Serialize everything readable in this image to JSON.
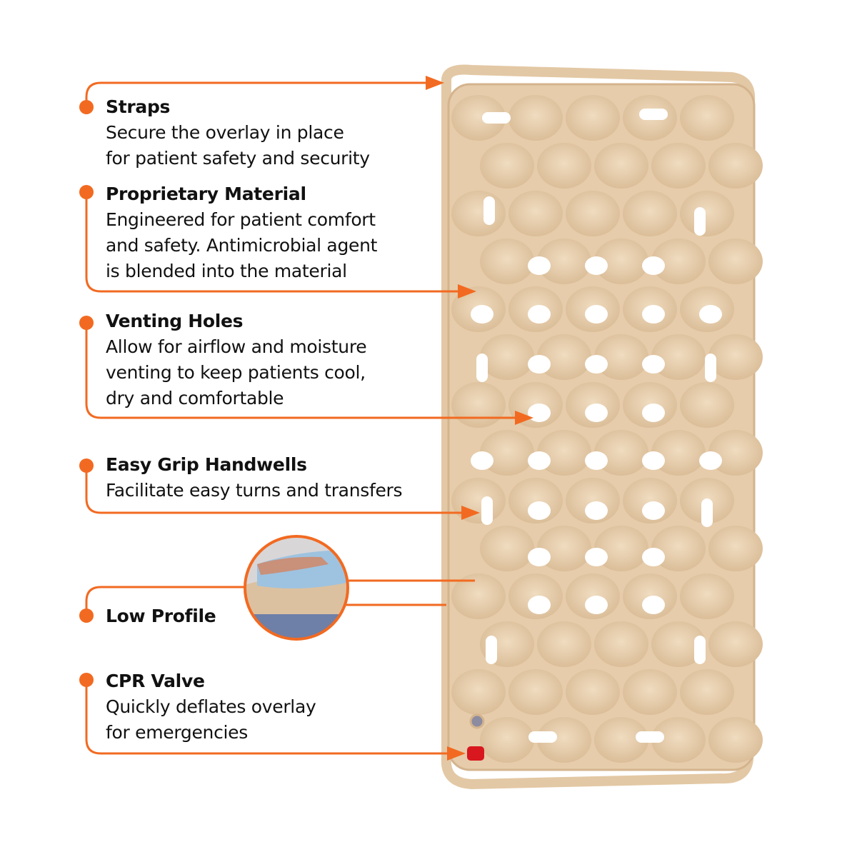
{
  "accent_color": "#f26a21",
  "mattress_color": "#e6ccaa",
  "features": [
    {
      "title": "Straps",
      "description": "Secure the overlay in place\nfor patient safety and security"
    },
    {
      "title": "Proprietary Material",
      "description": "Engineered for patient comfort\nand safety. Antimicrobial agent\nis blended into the material"
    },
    {
      "title": "Venting Holes",
      "description": "Allow for airflow and moisture\nventing to keep patients cool,\ndry and comfortable"
    },
    {
      "title": "Easy Grip Handwells",
      "description": "Facilitate easy turns and transfers"
    },
    {
      "title": "Low Profile",
      "description": ""
    },
    {
      "title": "CPR Valve",
      "description": "Quickly deflates overlay\nfor emergencies"
    }
  ]
}
